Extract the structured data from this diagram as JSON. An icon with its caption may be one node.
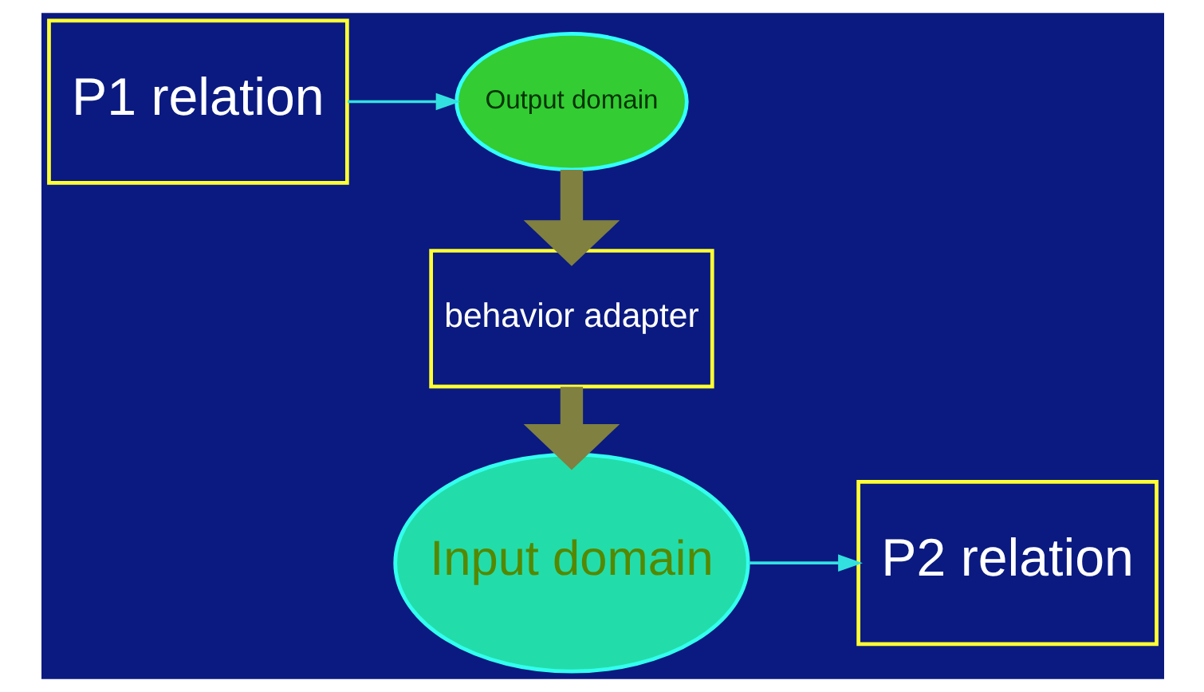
{
  "diagram": {
    "nodes": [
      {
        "text": [
          "P1 relation"
        ]
      },
      {
        "text": [
          "Output domain"
        ]
      },
      {
        "text": [
          "behavior adapter"
        ]
      },
      {
        "text": [
          "Input domain"
        ]
      },
      {
        "text": [
          "P2 relation"
        ]
      }
    ],
    "edges": [
      {
        "from": 0,
        "to": 1,
        "arrow": "to",
        "color": "#33e0e0"
      },
      {
        "from": 1,
        "to": 2,
        "arrow": "to",
        "style": "thick",
        "color": "#808040"
      },
      {
        "from": 2,
        "to": 3,
        "arrow": "to",
        "style": "thick",
        "color": "#808040"
      },
      {
        "from": 3,
        "to": 4,
        "arrow": "to",
        "color": "#33e0e0"
      }
    ]
  }
}
